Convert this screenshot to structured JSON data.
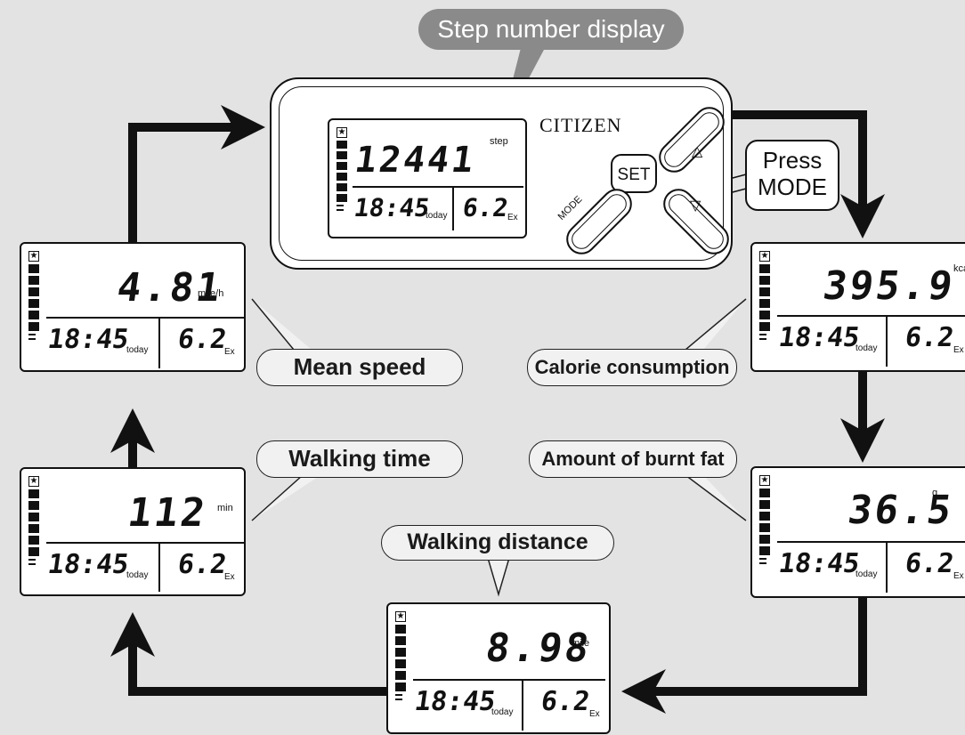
{
  "title": "Step number display",
  "brand": "CITIZEN",
  "buttons": {
    "set": "SET",
    "mode": "MODE",
    "up": "△",
    "down": "▽"
  },
  "callout": {
    "line1": "Press",
    "line2": "MODE"
  },
  "common": {
    "time": "18:45",
    "today": "today",
    "ex_value": "6.2",
    "ex_unit": "Ex",
    "star": "★"
  },
  "displays": {
    "step": {
      "value": "12441",
      "unit": "step"
    },
    "calorie": {
      "value": "395.9",
      "unit": "kcal",
      "label": "Calorie consumption"
    },
    "fat": {
      "value": "36.5",
      "unit": "g",
      "label": "Amount of burnt fat"
    },
    "distance": {
      "value": "8.98",
      "unit": "mile",
      "label": "Walking distance"
    },
    "time": {
      "value": "112",
      "unit": "min",
      "label": "Walking time"
    },
    "speed": {
      "value": "4.81",
      "unit": "mile/h",
      "label": "Mean speed"
    }
  },
  "colors": {
    "arrow": "#111111",
    "background": "#e3e3e3",
    "header": "#8a8a8a",
    "label_bg": "#f1f1f1"
  }
}
